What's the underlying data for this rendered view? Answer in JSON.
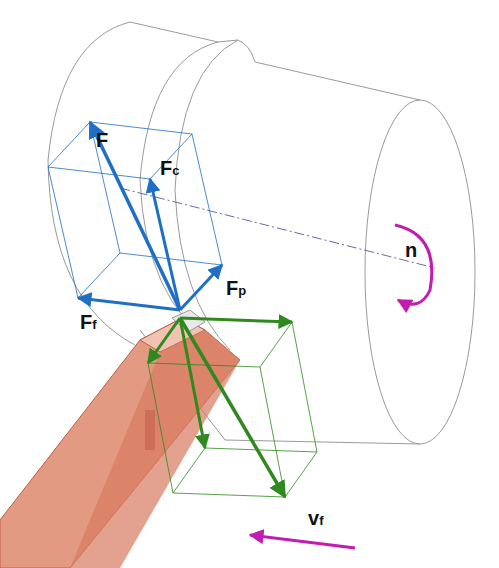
{
  "diagram": {
    "labels": [
      "F",
      "Fc",
      "Fp",
      "Ff",
      "n",
      "vf"
    ]
  }
}
